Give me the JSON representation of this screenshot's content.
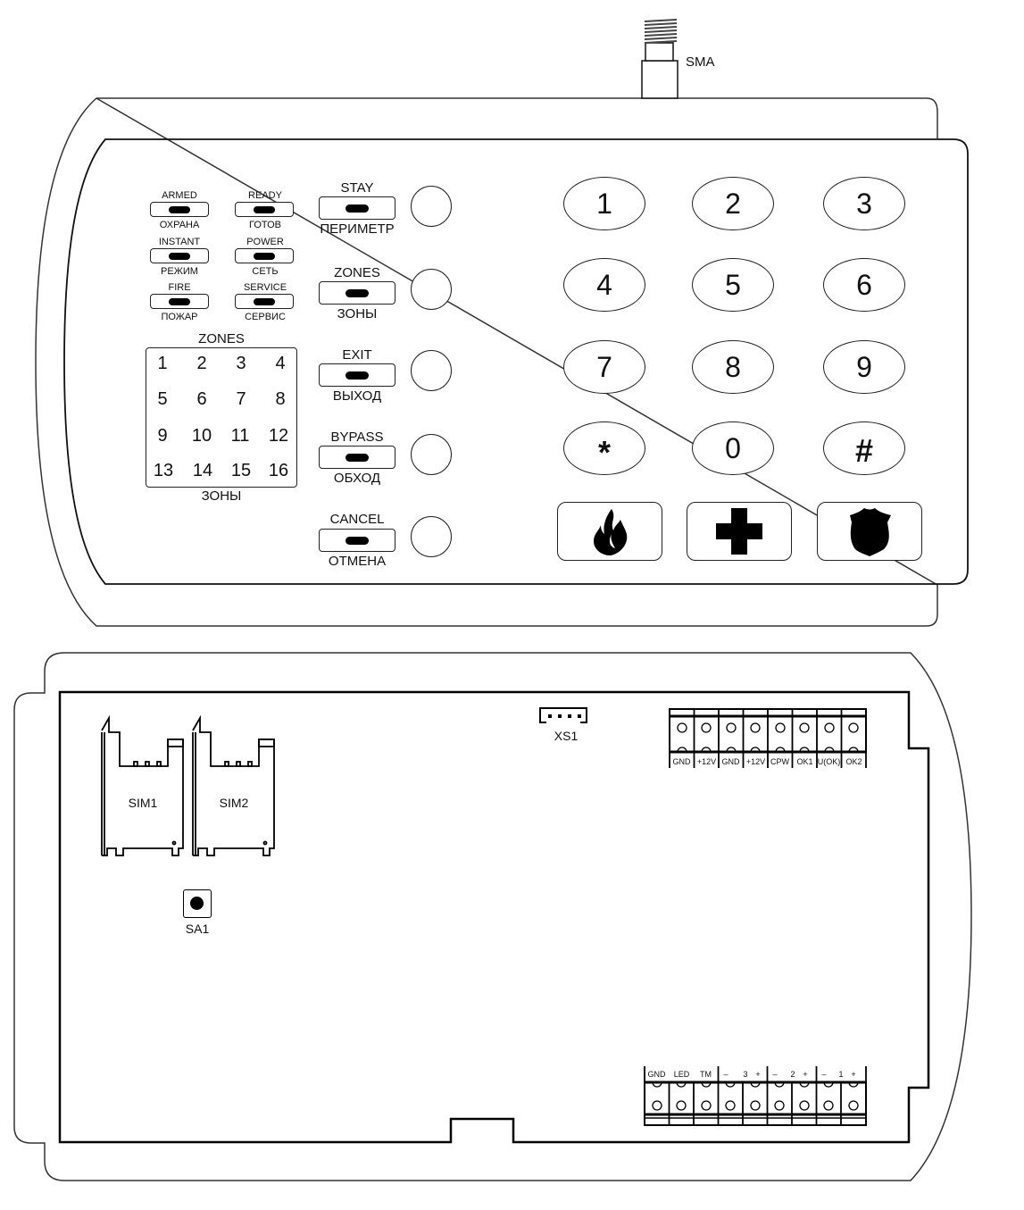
{
  "antenna": {
    "label": "SMA"
  },
  "keypad_panel": {
    "status_leds": [
      {
        "top_label": "ARMED",
        "bottom_label": "ОХРАНА"
      },
      {
        "top_label": "READY",
        "bottom_label": "ГОТОВ"
      },
      {
        "top_label": "INSTANT",
        "bottom_label": "РЕЖИМ"
      },
      {
        "top_label": "POWER",
        "bottom_label": "СЕТЬ"
      },
      {
        "top_label": "FIRE",
        "bottom_label": "ПОЖАР"
      },
      {
        "top_label": "SERVICE",
        "bottom_label": "СЕРВИС"
      }
    ],
    "zones": {
      "title": "ZONES",
      "subtitle": "ЗОНЫ",
      "numbers": [
        "1",
        "2",
        "3",
        "4",
        "5",
        "6",
        "7",
        "8",
        "9",
        "10",
        "11",
        "12",
        "13",
        "14",
        "15",
        "16"
      ]
    },
    "function_buttons": [
      {
        "top_label": "STAY",
        "bottom_label": "ПЕРИМЕТР"
      },
      {
        "top_label": "ZONES",
        "bottom_label": "ЗОНЫ"
      },
      {
        "top_label": "EXIT",
        "bottom_label": "ВЫХОД"
      },
      {
        "top_label": "BYPASS",
        "bottom_label": "ОБХОД"
      },
      {
        "top_label": "CANCEL",
        "bottom_label": "ОТМЕНА"
      }
    ],
    "keys": [
      "1",
      "2",
      "3",
      "4",
      "5",
      "6",
      "7",
      "8",
      "9",
      "*",
      "0",
      "#"
    ],
    "emergency_buttons": [
      {
        "icon": "fire-icon"
      },
      {
        "icon": "medical-cross-icon"
      },
      {
        "icon": "police-shield-icon"
      }
    ]
  },
  "board": {
    "sim_slots": [
      {
        "label": "SIM1"
      },
      {
        "label": "SIM2"
      }
    ],
    "button": {
      "label": "SA1"
    },
    "connector": {
      "label": "XS1"
    },
    "top_terminal": {
      "labels": [
        "GND",
        "+12V",
        "GND",
        "+12V",
        "CPW",
        "OK1",
        "U(OK)",
        "OK2"
      ]
    },
    "bottom_terminal": {
      "labels": [
        "GND",
        "LED",
        "TM",
        "–",
        "3",
        "+",
        "–",
        "2",
        "+",
        "–",
        "1",
        "+"
      ]
    }
  },
  "colors": {
    "stroke": "#222222",
    "fill": "#000000",
    "background": "#ffffff"
  }
}
